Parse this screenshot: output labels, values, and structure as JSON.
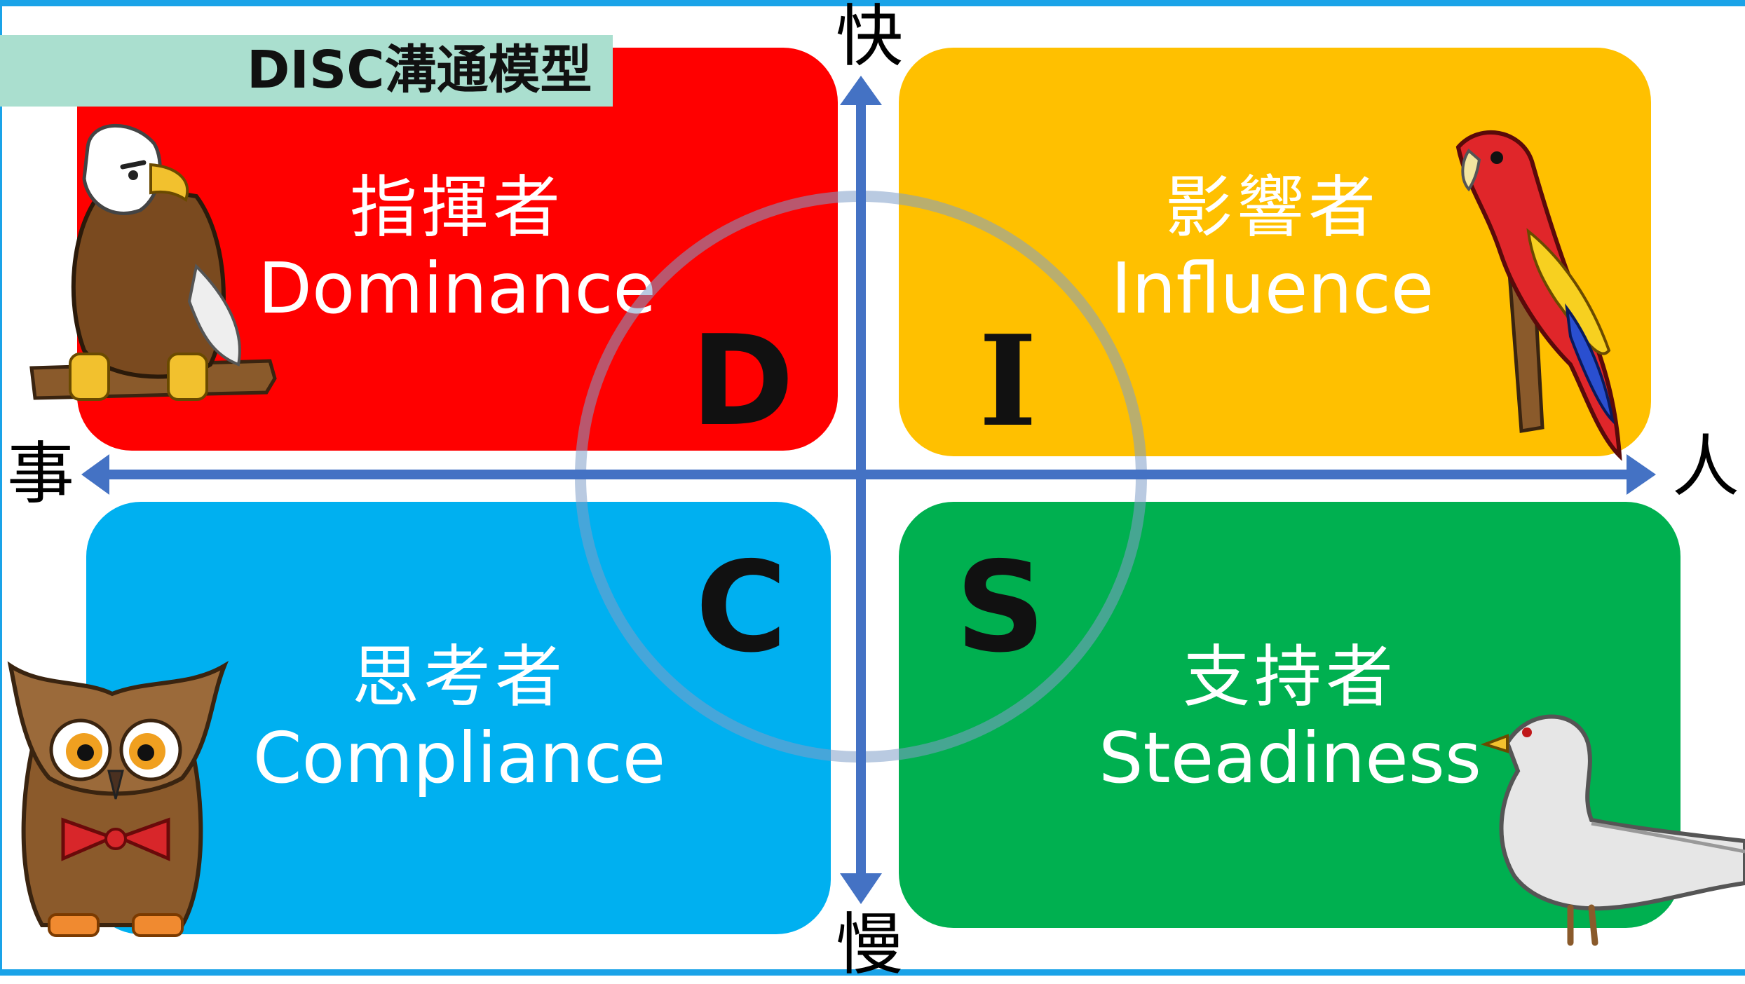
{
  "title": "DISC溝通模型",
  "axes": {
    "top": "快",
    "bottom": "慢",
    "left": "事",
    "right": "人"
  },
  "quadrants": {
    "d": {
      "letter": "D",
      "zh": "指揮者",
      "en": "Dominance",
      "color": "#ff0000",
      "animal": "eagle"
    },
    "i": {
      "letter": "I",
      "zh": "影響者",
      "en": "Influence",
      "color": "#ffc000",
      "animal": "parrot"
    },
    "c": {
      "letter": "C",
      "zh": "思考者",
      "en": "Compliance",
      "color": "#00b0f0",
      "animal": "owl"
    },
    "s": {
      "letter": "S",
      "zh": "支持者",
      "en": "Steadiness",
      "color": "#00b050",
      "animal": "dove"
    }
  },
  "colors": {
    "axis": "#4472c4",
    "frame": "#1aa3e8",
    "title_bg": "#aadfcf",
    "circle": "#7f9fc8"
  }
}
